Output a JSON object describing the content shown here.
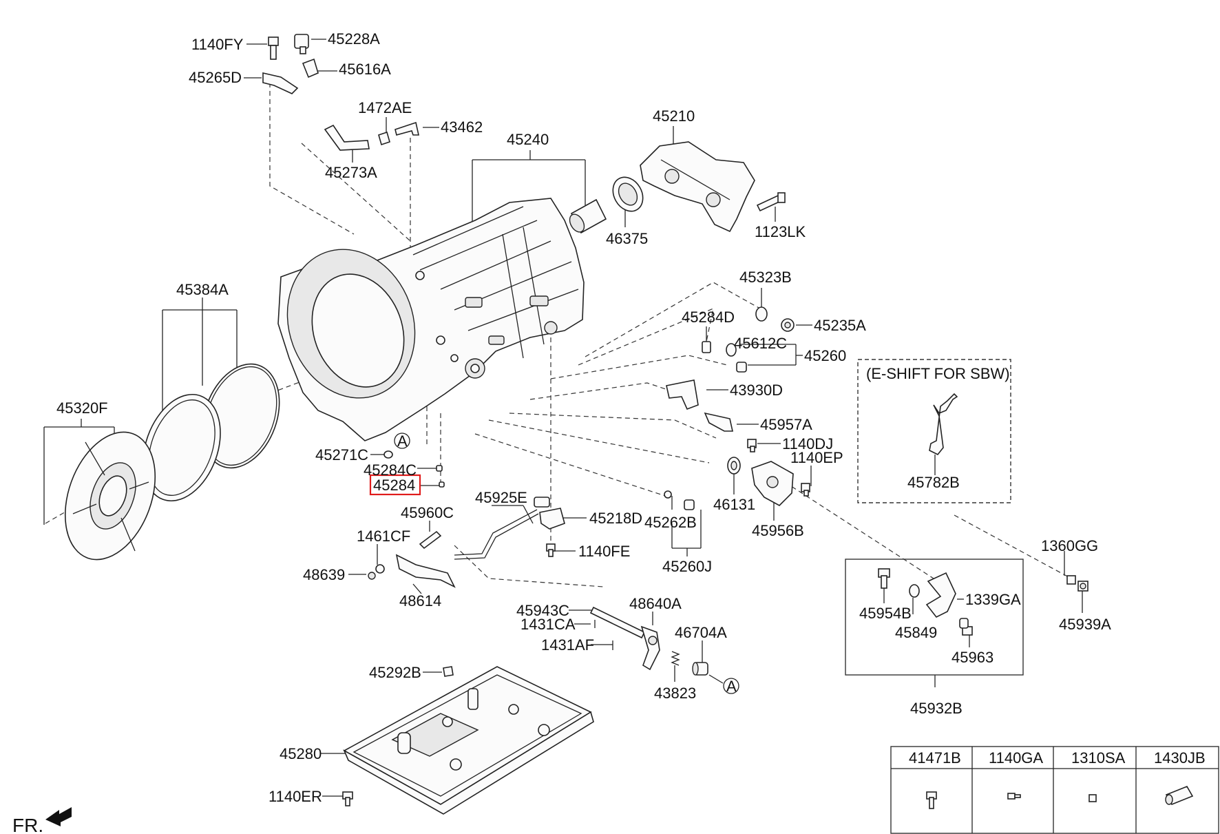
{
  "labels": {
    "p1140FY": "1140FY",
    "p45228A": "45228A",
    "p45616A": "45616A",
    "p45265D": "45265D",
    "p1472AE": "1472AE",
    "p43462": "43462",
    "p45273A": "45273A",
    "p45240": "45240",
    "p45210": "45210",
    "p46375": "46375",
    "p1123LK": "1123LK",
    "p45384A": "45384A",
    "p45323B": "45323B",
    "p45284D": "45284D",
    "p45235A": "45235A",
    "p45612C": "45612C",
    "p45260": "45260",
    "p45320F": "45320F",
    "p43930D": "43930D",
    "p45957A": "45957A",
    "p1140DJ": "1140DJ",
    "p1140EP": "1140EP",
    "p45271C": "45271C",
    "p45284C": "45284C",
    "p45284": "45284",
    "p45925E": "45925E",
    "p46131": "46131",
    "p45960C": "45960C",
    "p45218D": "45218D",
    "p45262B": "45262B",
    "p45956B": "45956B",
    "p1461CF": "1461CF",
    "p1140FE": "1140FE",
    "p45260J": "45260J",
    "p48639": "48639",
    "p48614": "48614",
    "p1360GG": "1360GG",
    "p45954B": "45954B",
    "p1339GA": "1339GA",
    "p45849": "45849",
    "p45939A": "45939A",
    "p45963": "45963",
    "p45932B": "45932B",
    "p45943C": "45943C",
    "p48640A": "48640A",
    "p1431CA": "1431CA",
    "p46704A": "46704A",
    "p1431AF": "1431AF",
    "p45292B": "45292B",
    "p43823": "43823",
    "p45280": "45280",
    "p1140ER": "1140ER",
    "p45782B": "45782B",
    "eshift": "(E-SHIFT FOR SBW)",
    "refA1": "A",
    "refA2": "A",
    "fr": "FR."
  },
  "table": {
    "headers": [
      "41471B",
      "1140GA",
      "1310SA",
      "1430JB"
    ]
  },
  "highlight": {
    "label": "45284",
    "color": "#e01b1b"
  }
}
